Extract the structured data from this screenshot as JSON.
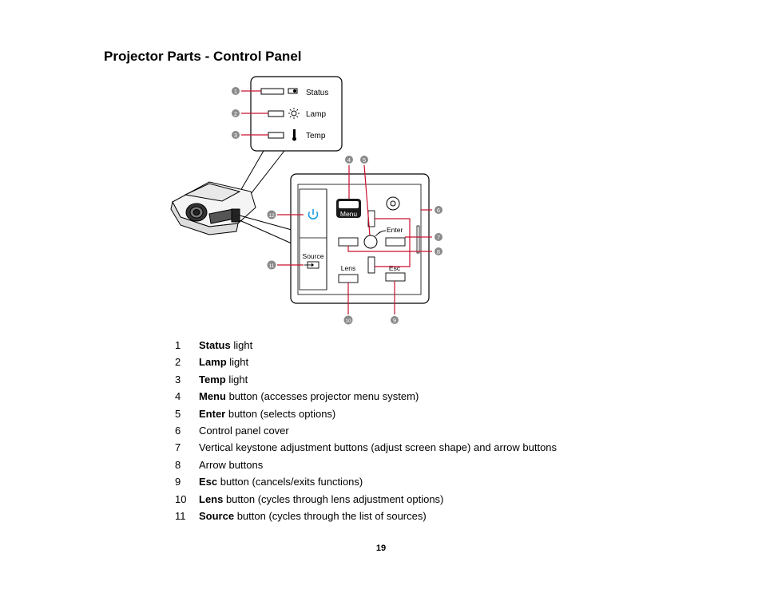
{
  "page": {
    "title": "Projector Parts - Control Panel",
    "page_number": "19"
  },
  "figure": {
    "indicator_labels": {
      "status": "Status",
      "lamp": "Lamp",
      "temp": "Temp"
    },
    "button_labels": {
      "menu": "Menu",
      "enter": "Enter",
      "source": "Source",
      "lens": "Lens",
      "esc": "Esc"
    },
    "callouts": [
      "1",
      "2",
      "3",
      "4",
      "5",
      "6",
      "7",
      "8",
      "9",
      "10",
      "11",
      "12"
    ],
    "callout_color": "#c8102e",
    "power_icon_color": "#1a9be6"
  },
  "legend": [
    {
      "num": "1",
      "term": "Status",
      "desc": " light"
    },
    {
      "num": "2",
      "term": "Lamp",
      "desc": " light"
    },
    {
      "num": "3",
      "term": "Temp",
      "desc": " light"
    },
    {
      "num": "4",
      "term": "Menu",
      "desc": " button (accesses projector menu system)"
    },
    {
      "num": "5",
      "term": "Enter",
      "desc": " button (selects options)"
    },
    {
      "num": "6",
      "term": "",
      "desc": "Control panel cover"
    },
    {
      "num": "7",
      "term": "",
      "desc": "Vertical keystone adjustment buttons (adjust screen shape) and arrow buttons"
    },
    {
      "num": "8",
      "term": "",
      "desc": "Arrow buttons"
    },
    {
      "num": "9",
      "term": "Esc",
      "desc": " button (cancels/exits functions)"
    },
    {
      "num": "10",
      "term": "Lens",
      "desc": " button (cycles through lens adjustment options)"
    },
    {
      "num": "11",
      "term": "Source",
      "desc": " button (cycles through the list of sources)"
    }
  ]
}
